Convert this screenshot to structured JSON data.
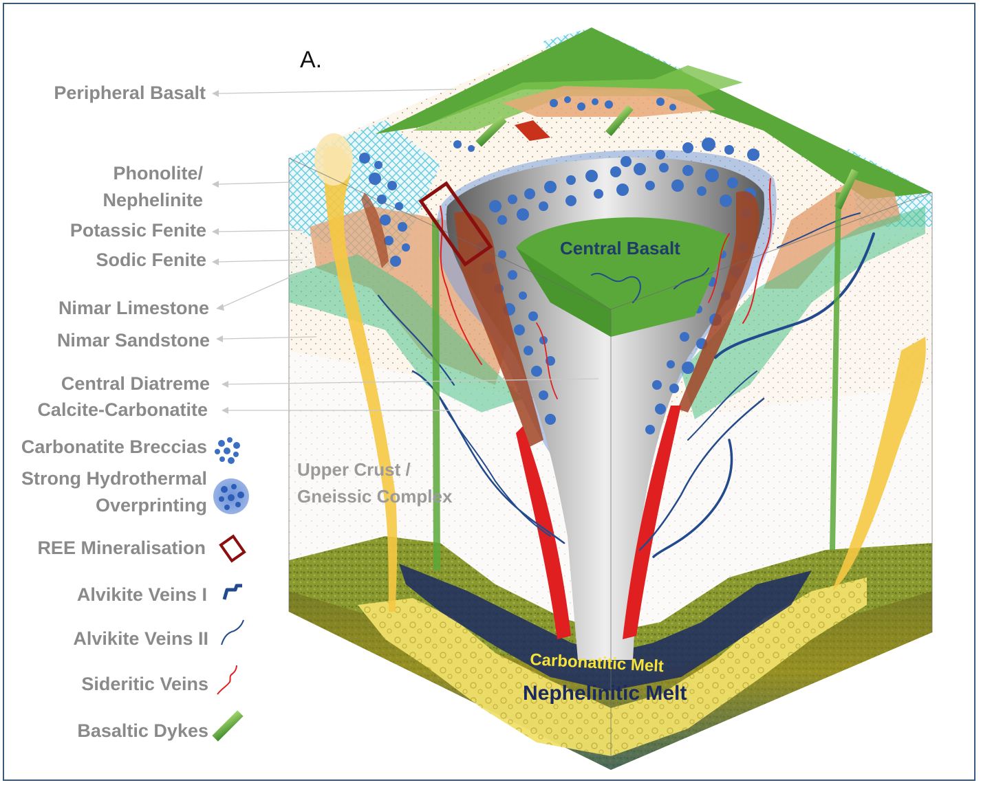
{
  "panel_label": "A.",
  "legend": {
    "peripheral_basalt": "Peripheral Basalt",
    "phonolite_1": "Phonolite/",
    "phonolite_2": "Nephelinite",
    "potassic_fenite": "Potassic Fenite",
    "sodic_fenite": "Sodic Fenite",
    "nimar_limestone": "Nimar Limestone",
    "nimar_sandstone": "Nimar Sandstone",
    "central_diatreme": "Central Diatreme",
    "calcite_carbonatite": "Calcite-Carbonatite",
    "carbonatite_breccias": "Carbonatite Breccias",
    "hydrothermal_1": "Strong Hydrothermal",
    "hydrothermal_2": "Overprinting",
    "ree_mineralisation": "REE Mineralisation",
    "alvikite_veins_1": "Alvikite Veins I",
    "alvikite_veins_2": "Alvikite Veins II",
    "sideritic_veins": "Sideritic Veins",
    "basaltic_dykes": "Basaltic Dykes"
  },
  "inner_labels": {
    "central_basalt": "Central Basalt",
    "upper_crust_1": "Upper Crust /",
    "upper_crust_2": "Gneissic Complex",
    "carbonatitic_melt": "Carbonatitic Melt",
    "nephelinitic_melt": "Nephelinitic Melt"
  },
  "colors": {
    "basalt_green": "#5aa83a",
    "fenite_orange": "#e8a878",
    "sodic_fenite_green": "#4fc28a",
    "breccia_blue": "#3a6fc4",
    "overprint_blue": "#7aa0dc",
    "ree_red": "#8a1010",
    "alvikite_blue": "#234a8c",
    "siderite_red": "#e02020",
    "label_gray": "#8a8a8a",
    "melt_yellow": "#f5e23a",
    "melt_navy": "#1a2a60"
  }
}
